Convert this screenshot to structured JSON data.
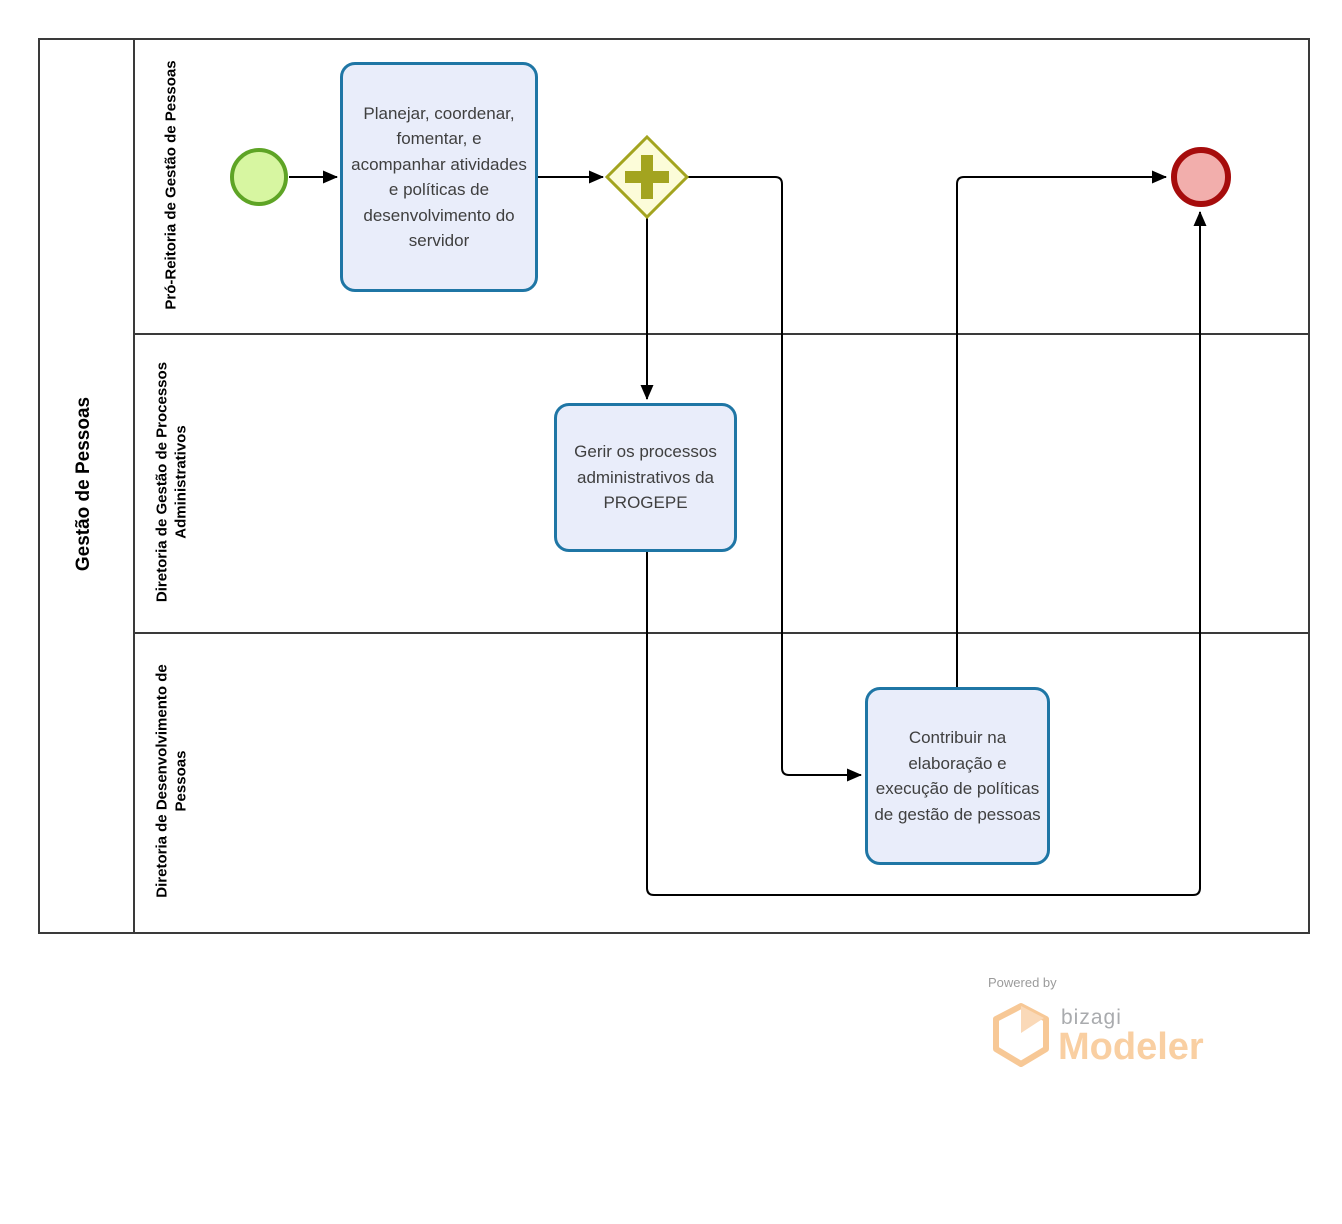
{
  "diagram": {
    "pool_title": "Gestão de Pessoas",
    "lanes": [
      {
        "label": "Pró-Reitoria de Gestão de Pessoas"
      },
      {
        "label": "Diretoria de Gestão de Processos Administrativos"
      },
      {
        "label": "Diretoria de Desenvolvimento de Pessoas"
      }
    ],
    "tasks": [
      {
        "label": "Planejar, coordenar, fomentar, e acompanhar atividades e políticas de desenvolvimento do servidor"
      },
      {
        "label": "Gerir os processos administrativos da PROGEPE"
      },
      {
        "label": "Contribuir na elaboração e execução de políticas de gestão de pessoas"
      }
    ],
    "icons": {
      "start_event": "start-event-circle-icon",
      "end_event": "end-event-circle-icon",
      "gateway": "parallel-gateway-plus-icon"
    },
    "colors": {
      "task_border": "#1f76a5",
      "task_fill": "#e9edfa",
      "start_border": "#5ea425",
      "start_fill": "#d7f6a1",
      "gateway_border": "#a3a41f",
      "gateway_fill": "#fcfcd9",
      "end_border": "#a60c0c",
      "end_fill": "#f2aeac",
      "flow": "#000000",
      "lane_border": "#3a3a3a"
    }
  },
  "footer": {
    "powered_by": "Powered by",
    "brand": "bizagi",
    "product": "Modeler",
    "brand_orange": "#f9cfa2",
    "brand_gray": "#a9abae"
  }
}
